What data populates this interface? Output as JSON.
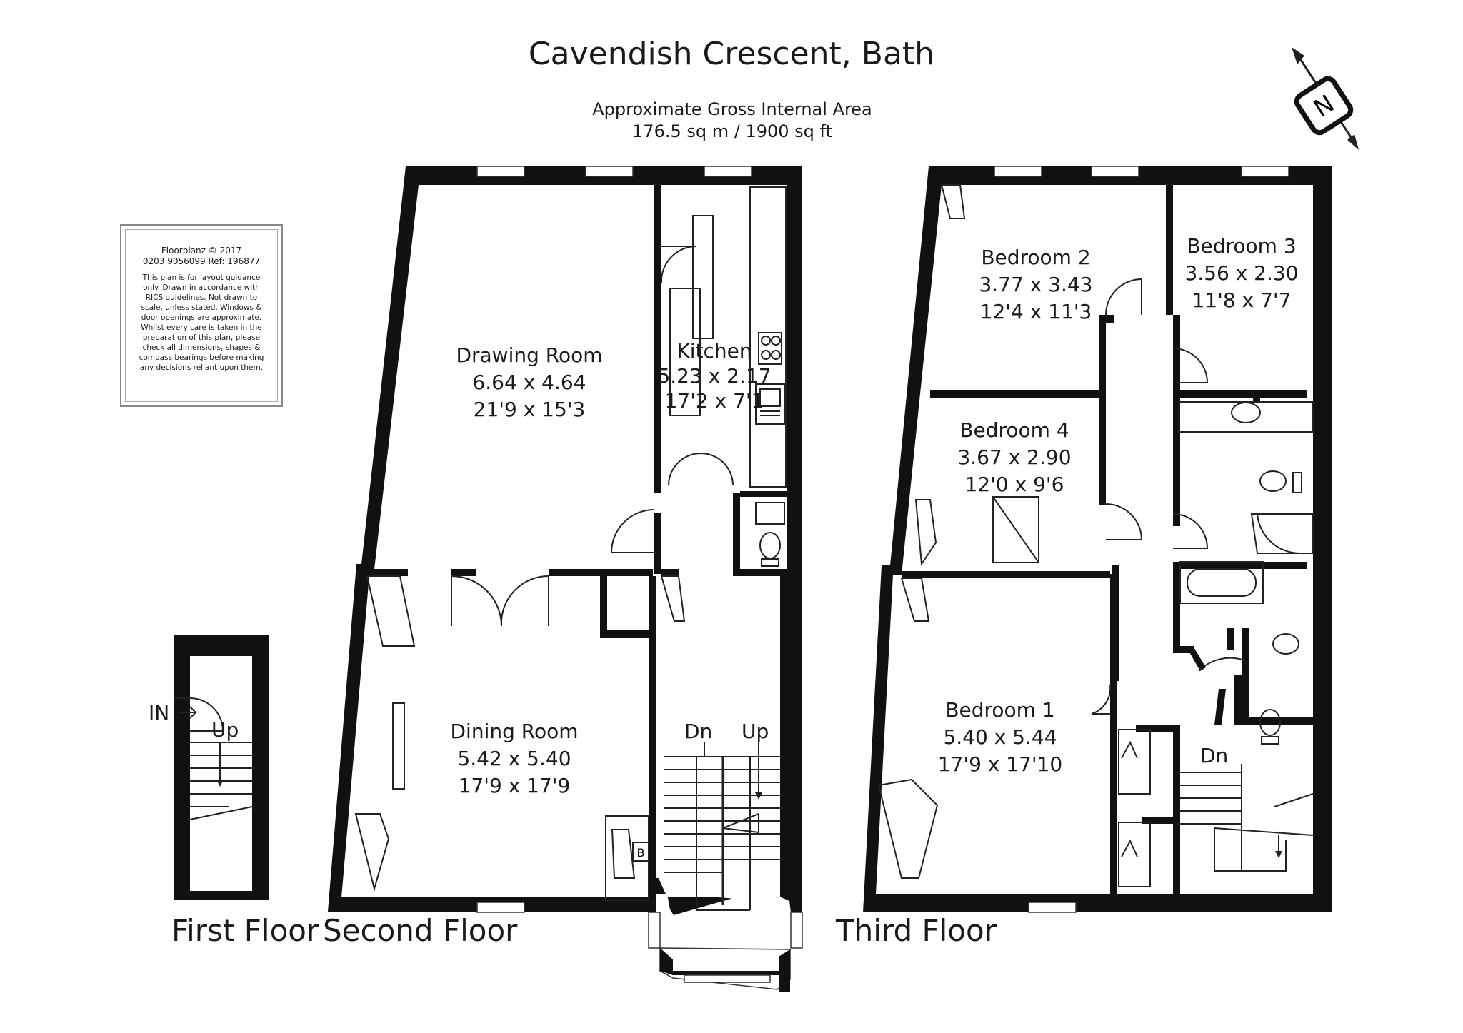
{
  "title": "Cavendish Crescent, Bath",
  "area": {
    "line1": "Approximate Gross Internal Area",
    "line2": "176.5 sq m / 1900 sq ft"
  },
  "disclaimer": {
    "line1": "Floorplanz © 2017",
    "line2": "0203 9056099 Ref: 196877",
    "body": "This plan is for layout guidance only. Drawn in accordance with RICS guidelines. Not drawn to scale, unless stated. Windows & door openings are approximate. Whilst every care is taken in the preparation of this plan, please check all dimensions, shapes & compass bearings before making any decisions reliant upon them."
  },
  "compass": {
    "letter": "N"
  },
  "floors": {
    "first": "First Floor",
    "second": "Second Floor",
    "third": "Third Floor"
  },
  "markers": {
    "in": "IN",
    "up": "Up",
    "dn": "Dn",
    "boiler": "B"
  },
  "rooms": {
    "drawing": {
      "name": "Drawing Room",
      "metric": "6.64 x 4.64",
      "imperial": "21'9 x 15'3"
    },
    "kitchen": {
      "name": "Kitchen",
      "metric": "5.23 x 2.17",
      "imperial": "17'2 x 7'1"
    },
    "dining": {
      "name": "Dining Room",
      "metric": "5.42 x 5.40",
      "imperial": "17'9 x 17'9"
    },
    "bed1": {
      "name": "Bedroom 1",
      "metric": "5.40 x 5.44",
      "imperial": "17'9 x 17'10"
    },
    "bed2": {
      "name": "Bedroom 2",
      "metric": "3.77 x 3.43",
      "imperial": "12'4 x 11'3"
    },
    "bed3": {
      "name": "Bedroom 3",
      "metric": "3.56 x 2.30",
      "imperial": "11'8 x 7'7"
    },
    "bed4": {
      "name": "Bedroom 4",
      "metric": "3.67 x 2.90",
      "imperial": "12'0 x 9'6"
    }
  }
}
